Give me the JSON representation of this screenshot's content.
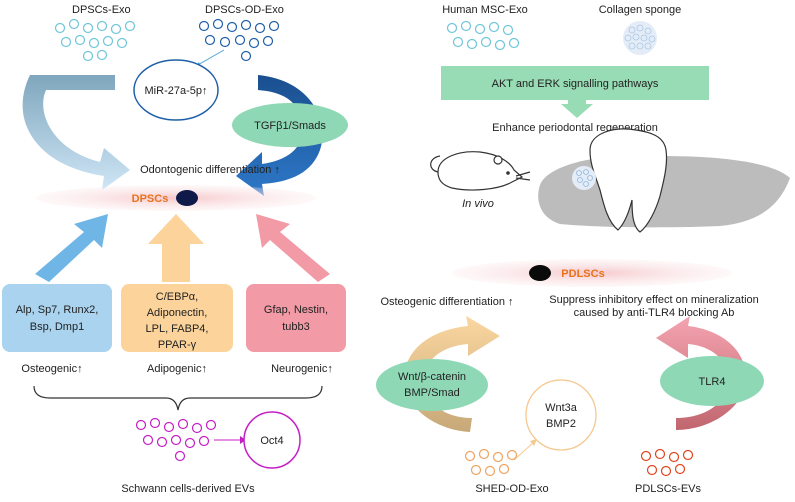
{
  "left": {
    "dpscs_exo": "DPSCs-Exo",
    "dpscs_od_exo": "DPSCs-OD-Exo",
    "mir": "MiR-27a-5p↑",
    "tgf": "TGFβ1/Smads",
    "odontogenic": "Odontogenic differentiation ↑",
    "dpscs": "DPSCs",
    "osteo_box": [
      "Alp, Sp7, Runx2,",
      "Bsp, Dmp1"
    ],
    "adipo_box": [
      "C/EBPα,",
      "Adiponectin,",
      "LPL, FABP4,",
      "PPAR-γ"
    ],
    "neuro_box": [
      "Gfap, Nestin,",
      "tubb3"
    ],
    "osteogenic_label": "Osteogenic↑",
    "adipogenic_label": "Adipogenic↑",
    "neurogenic_label": "Neurogenic↑",
    "oct4": "Oct4",
    "schwann": "Schwann cells-derived EVs"
  },
  "right": {
    "msc_exo": "Human MSC-Exo",
    "collagen": "Collagen sponge",
    "akt": "AKT and ERK signalling pathways",
    "enhance": "Enhance periodontal regeneration",
    "in_vivo": "In vivo",
    "pdlscs": "PDLSCs",
    "osteo_diff": "Osteogenic differentiation ↑",
    "suppress": [
      "Suppress inhibitory effect on mineralization",
      "caused by anti-TLR4 blocking Ab"
    ],
    "wnt": [
      "Wnt/β-catenin",
      "BMP/Smad"
    ],
    "wnt3a": [
      "Wnt3a",
      "BMP2"
    ],
    "tlr4": "TLR4",
    "shed": "SHED-OD-Exo",
    "pdlscs_evs": "PDLSCs-EVs"
  },
  "colors": {
    "blue_vesicle": "#6ec6d8",
    "dark_blue_vesicle": "#1f5fa8",
    "green_oval": "#8fd8b6",
    "pink_cell": "#f7d3d5",
    "orange_text": "#e8731c",
    "osteo_box": "#a9d3ee",
    "adipo_box": "#fcd49b",
    "neuro_box": "#f29aa6",
    "purple_vesicle": "#c41fc6",
    "orange_vesicle": "#f0a35e",
    "red_vesicle": "#e0441f",
    "green_bar": "#97dcb4"
  }
}
